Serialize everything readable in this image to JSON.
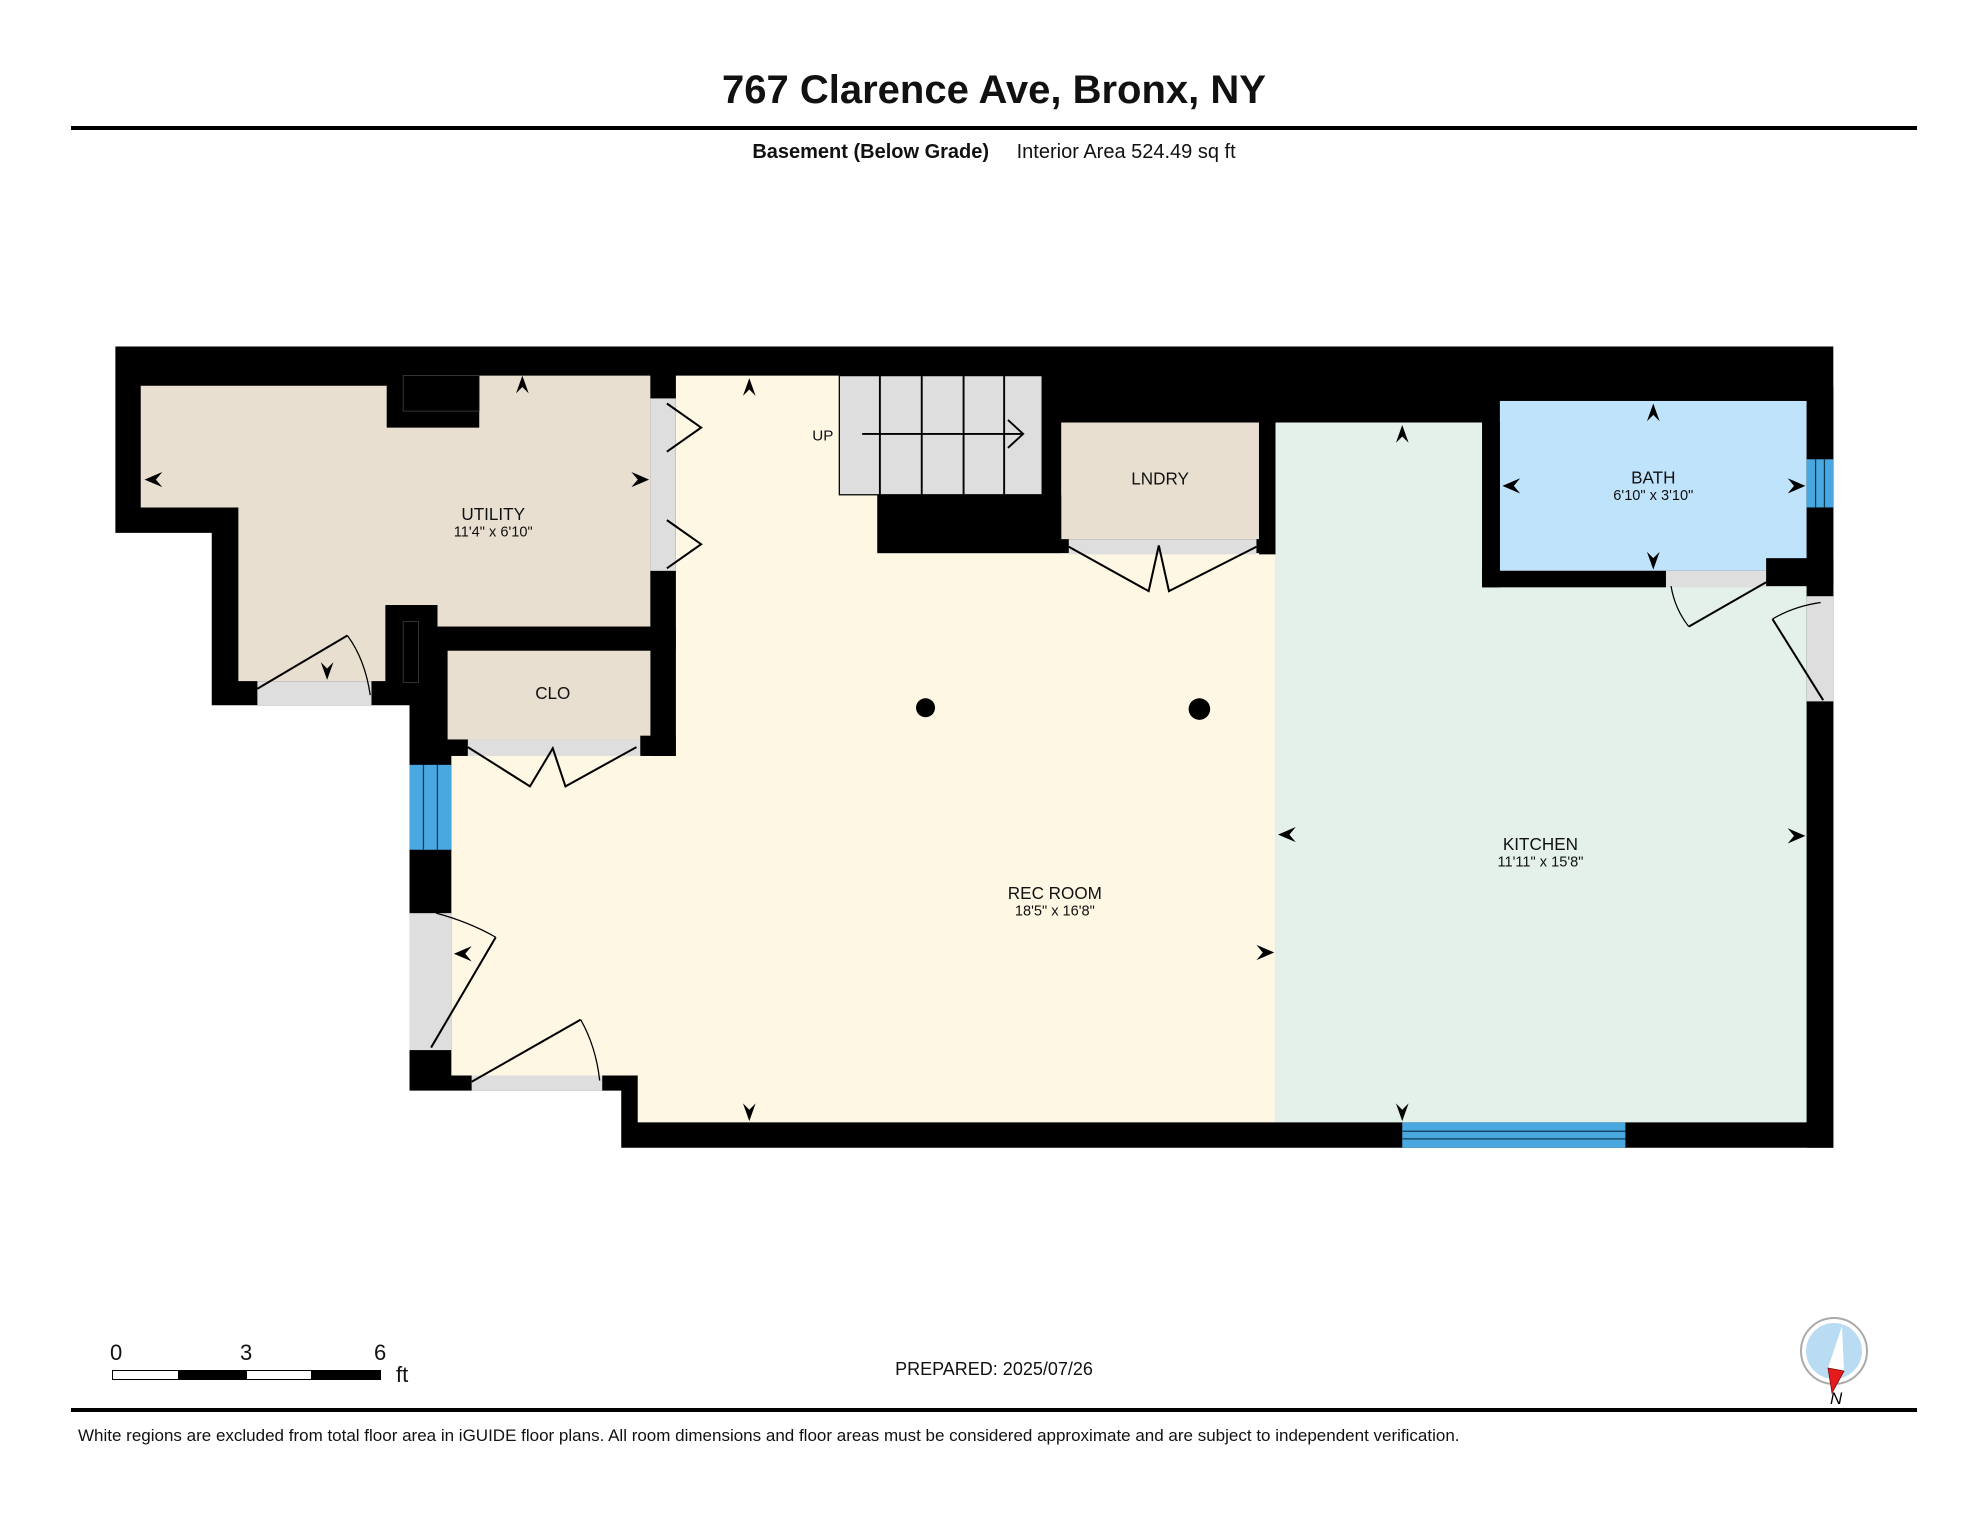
{
  "header": {
    "title": "767 Clarence Ave, Bronx, NY",
    "floor_name": "Basement (Below Grade)",
    "interior_area": "Interior Area 524.49 sq ft"
  },
  "rooms": {
    "utility": {
      "label": "UTILITY",
      "dims": "11'4\" x 6'10\"",
      "color": "#e8dfd0"
    },
    "clo": {
      "label": "CLO",
      "color": "#e8dfd0"
    },
    "lndry": {
      "label": "LNDRY",
      "color": "#e8dfd0"
    },
    "rec_room": {
      "label": "REC ROOM",
      "dims": "18'5\" x 16'8\"",
      "color": "#fdf7e4"
    },
    "kitchen": {
      "label": "KITCHEN",
      "dims": "11'11\" x 15'8\"",
      "color": "#e4f1ea"
    },
    "bath": {
      "label": "BATH",
      "dims": "6'10\" x 3'10\"",
      "color": "#bfe3fb"
    }
  },
  "stairs": {
    "label": "UP"
  },
  "colors": {
    "wall": "#000000",
    "window": "#4aa8e0",
    "door_opening": "#dedede"
  },
  "scale_bar": {
    "ticks": [
      "0",
      "3",
      "6"
    ],
    "unit": "ft"
  },
  "footer": {
    "prepared": "PREPARED: 2025/07/26",
    "compass_label": "N",
    "disclaimer": "White regions are excluded from total floor area in iGUIDE floor plans. All room dimensions and floor areas must be considered approximate and are subject to independent verification."
  }
}
